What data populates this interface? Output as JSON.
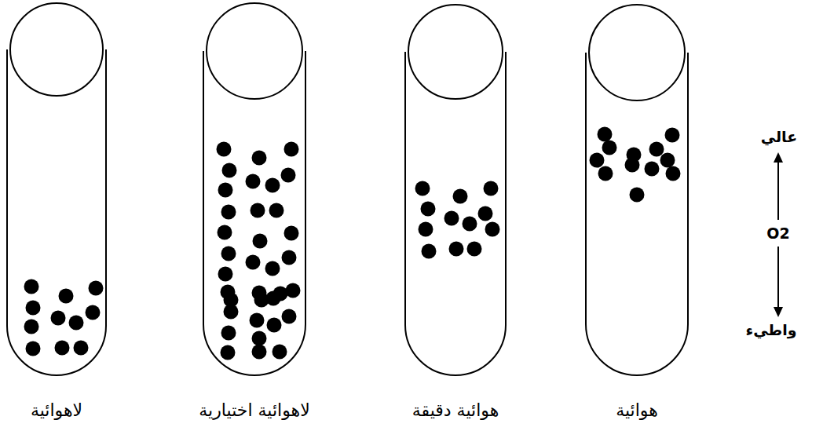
{
  "diagram": {
    "nodes": [
      {
        "text": [
          "هوائية"
        ]
      },
      {
        "text": [
          "هوائية دقيقة"
        ]
      },
      {
        "text": [
          "لاهوائية اختيارية"
        ]
      },
      {
        "text": [
          "لاهوائية"
        ]
      }
    ],
    "labels": [
      "عالي",
      "O2",
      "واطيء"
    ]
  }
}
